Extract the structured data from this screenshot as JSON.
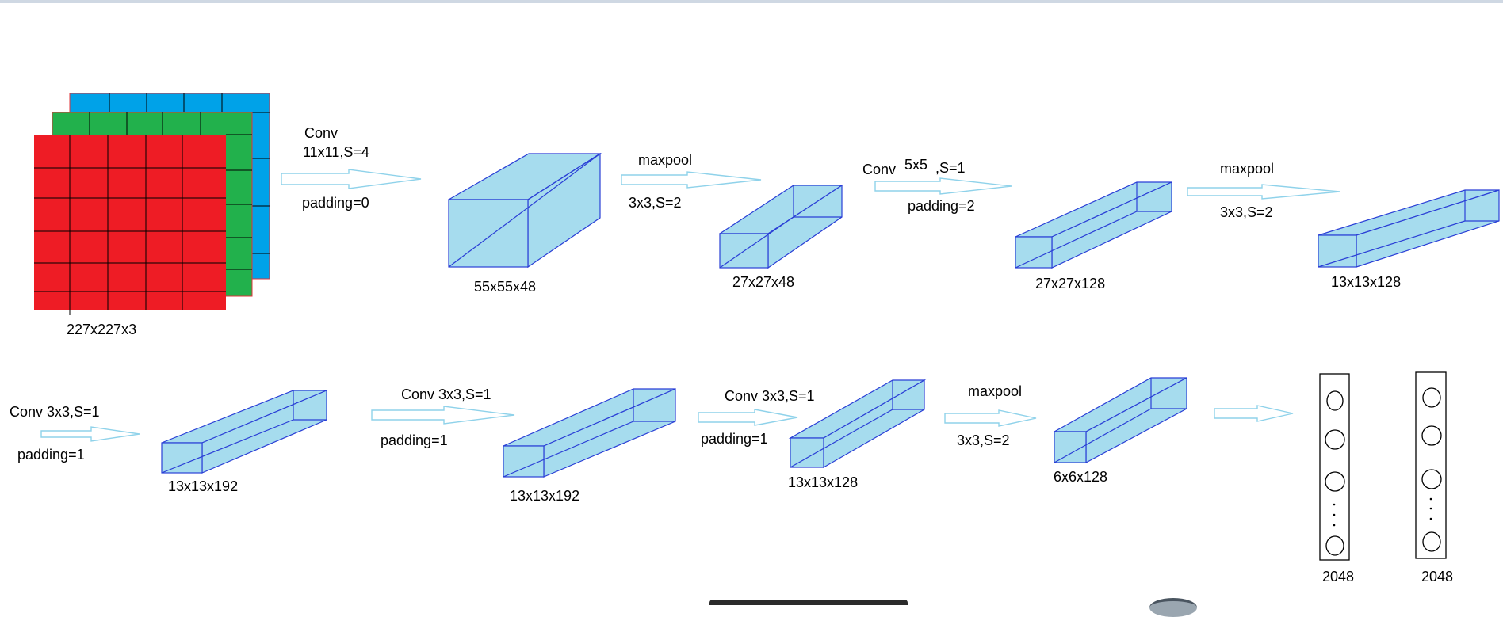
{
  "colors": {
    "red_channel": "#ee1c25",
    "green_channel": "#22b14c",
    "blue_channel": "#00a2e8",
    "volume_fill": "#a6dcee",
    "volume_edge": "#2a3fd6",
    "arrow_outline": "#8fd2ea"
  },
  "row1": {
    "input_size": "227x227x3",
    "op1_line1": "Conv",
    "op1_line2": "11x11,S=4",
    "op1_line3": "padding=0",
    "vol1_size": "55x55x48",
    "op2_line1": "maxpool",
    "op2_line2": "3x3,S=2",
    "vol2_size": "27x27x48",
    "op3_conv": "Conv",
    "op3_kernel": "5x5",
    "op3_stride": ",S=1",
    "op3_padding": "padding=2",
    "vol3_size": "27x27x128",
    "op4_line1": "maxpool",
    "op4_line2": "3x3,S=2",
    "vol4_size": "13x13x128"
  },
  "row2": {
    "op5_line1": "Conv 3x3,S=1",
    "op5_line2": "padding=1",
    "vol5_size": "13x13x192",
    "op6_line1": "Conv 3x3,S=1",
    "op6_line2": "padding=1",
    "vol6_size": "13x13x192",
    "op7_line1": "Conv 3x3,S=1",
    "op7_line2": "padding=1",
    "vol7_size": "13x13x128",
    "op8_line1": "maxpool",
    "op8_line2": "3x3,S=2",
    "vol8_size": "6x6x128",
    "fc1_size": "2048",
    "fc2_size": "2048"
  }
}
